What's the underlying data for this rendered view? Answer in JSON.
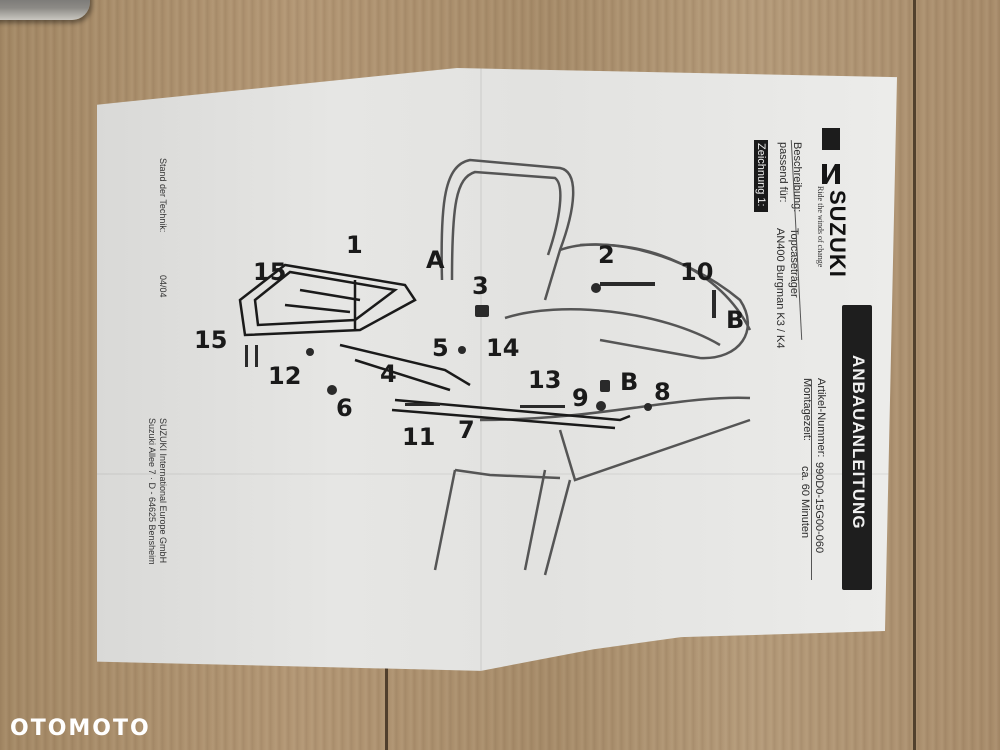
{
  "photo": {
    "subject": "Printed installation instruction sheet lying on a wooden table",
    "watermark": "OTOMOTO"
  },
  "document": {
    "brand": {
      "name": "SUZUKI",
      "slogan": "Ride the winds of change"
    },
    "title": "ANBAUANLEITUNG",
    "fields": [
      {
        "label": "Beschreibung:",
        "value": "Topcaseträger"
      },
      {
        "label": "passend für:",
        "value": "AN400 Burgman K3 / K4"
      },
      {
        "label": "Artikel-Nummer:",
        "value": "990D0-15G00-060"
      },
      {
        "label": "Montagezeit:",
        "value": "ca. 60 Minuten"
      }
    ],
    "drawing_label": "Zeichnung 1:",
    "stand": {
      "label": "Stand der Technik:",
      "value": "04/04"
    },
    "address": {
      "company": "SUZUKI International Europe GmbH",
      "street": "Suzuki Allee 7 · D - 64625 Bensheim"
    },
    "diagram": {
      "description": "Exploded view of top case carrier mounted on scooter rear frame",
      "callouts": [
        "1",
        "2",
        "3",
        "4",
        "5",
        "6",
        "7",
        "8",
        "9",
        "10",
        "11",
        "12",
        "13",
        "14",
        "15",
        "15",
        "A",
        "B",
        "B"
      ]
    }
  }
}
